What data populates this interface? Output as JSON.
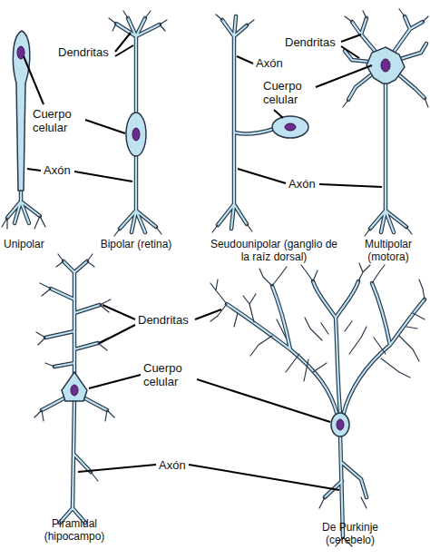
{
  "diagram": {
    "labels": [
      "Dendritas",
      "Dendritas",
      "Axón",
      "Cuerpo celular",
      "Cuerpo celular",
      "Axón",
      "Axón",
      "Unipolar",
      "Bipolar (retina)",
      "Seudounipolar (ganglio de la raíz dorsal)",
      "Multipolar (motora)",
      "Dendritas",
      "Cuerpo celular",
      "Axón",
      "Piramidal (hipocampo)",
      "De Purkinje (cerebelo)"
    ]
  }
}
